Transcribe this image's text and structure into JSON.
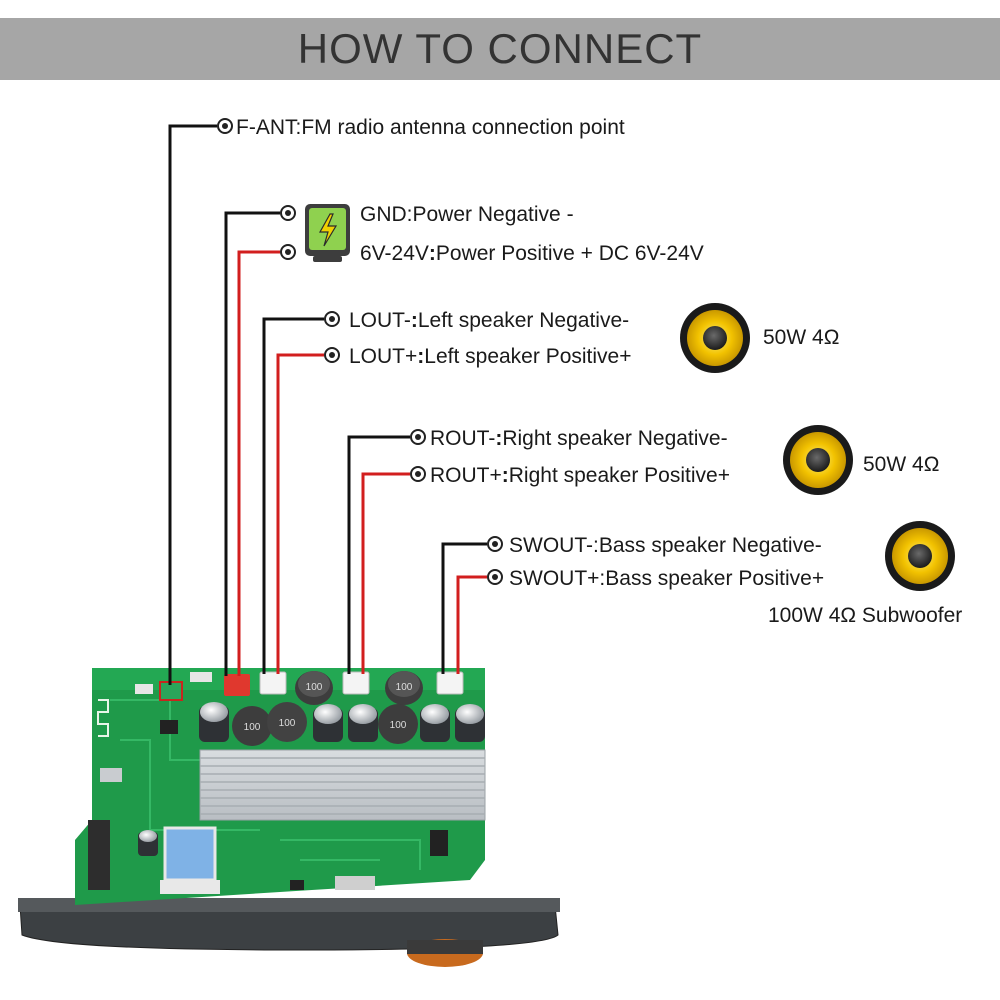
{
  "header": {
    "title": "HOW TO CONNECT"
  },
  "labels": {
    "fant": "F-ANT:FM radio antenna connection point",
    "gnd": "GND:Power Negative -",
    "vin_key": "6V-24V",
    "vin_colon": ":",
    "vin_text": "Power Positive + DC 6V-24V",
    "lout_minus_key": "LOUT-",
    "lout_minus_colon": ":",
    "lout_minus_text": "Left speaker Negative-",
    "lout_plus_key": "LOUT+",
    "lout_plus_colon": ":",
    "lout_plus_text": "Left speaker Positive+",
    "rout_minus_key": "ROUT-",
    "rout_minus_colon": ":",
    "rout_minus_text": "Right speaker Negative-",
    "rout_plus_key": "ROUT+",
    "rout_plus_colon": ":",
    "rout_plus_text": "Right speaker Positive+",
    "swout_minus": "SWOUT-:Bass speaker Negative-",
    "swout_plus": "SWOUT+:Bass speaker Positive+"
  },
  "speakers": {
    "left_rating": "50W 4Ω",
    "right_rating": "50W 4Ω",
    "sub_rating": "100W 4Ω Subwoofer"
  },
  "board": {
    "cap_label": "100"
  },
  "icons": {
    "power": "power-supply-icon",
    "speaker": "speaker-icon",
    "terminal": "terminal-ring-icon"
  },
  "colors": {
    "positive_wire": "#d21e1e",
    "negative_wire": "#111111",
    "pcb": "#1f9a4a",
    "speaker_cone": "#f2c200",
    "header_bg": "#a6a6a6"
  }
}
